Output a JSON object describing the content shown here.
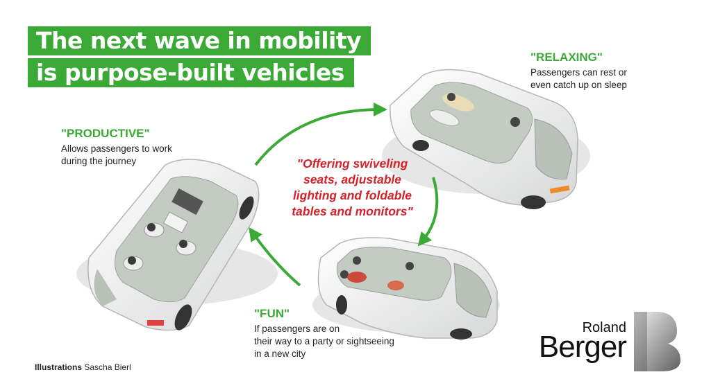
{
  "title": {
    "line1": "The next wave in mobility",
    "line2": "is purpose-built vehicles"
  },
  "modes": {
    "productive": {
      "heading": "\"PRODUCTIVE\"",
      "line1": "Allows passengers to work",
      "line2": "during the journey"
    },
    "relaxing": {
      "heading": "\"RELAXING\"",
      "line1": "Passengers can rest or",
      "line2": "even catch up on sleep"
    },
    "fun": {
      "heading": "\"FUN\"",
      "line1": "If passengers are on",
      "line2": "their way to a party or sightseeing",
      "line3": "in a new city"
    }
  },
  "quote": {
    "line1": "\"Offering swiveling",
    "line2": "seats, adjustable",
    "line3": "lighting and foldable",
    "line4": "tables and monitors\""
  },
  "credit": {
    "label": "Illustrations",
    "name": "Sascha Bierl"
  },
  "logo": {
    "line1": "Roland",
    "line2": "Berger"
  },
  "colors": {
    "accent_green": "#3aa935",
    "quote_red": "#d3222a",
    "text": "#222222"
  }
}
